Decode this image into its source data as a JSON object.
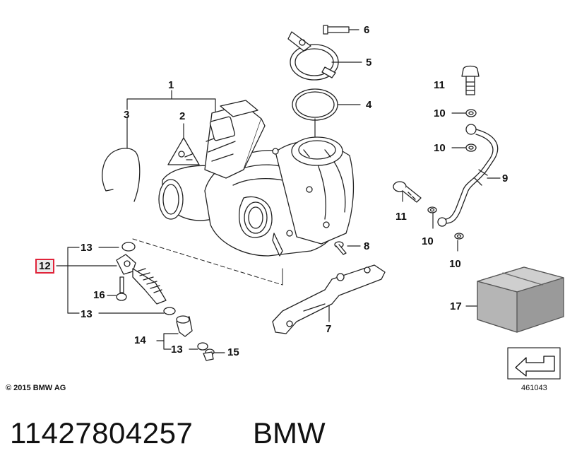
{
  "diagram": {
    "callouts": [
      "1",
      "2",
      "3",
      "4",
      "5",
      "6",
      "7",
      "8",
      "9",
      "10",
      "10",
      "10",
      "10",
      "11",
      "11",
      "12",
      "13",
      "13",
      "13",
      "14",
      "15",
      "16",
      "17"
    ],
    "highlighted_callout": "12",
    "highlight_color": "#e0243a"
  },
  "labels": {
    "c1": "1",
    "c2": "2",
    "c3": "3",
    "c4": "4",
    "c5": "5",
    "c6": "6",
    "c7": "7",
    "c8": "8",
    "c9": "9",
    "c10a": "10",
    "c10b": "10",
    "c10c": "10",
    "c10d": "10",
    "c11a": "11",
    "c11b": "11",
    "c12": "12",
    "c13a": "13",
    "c13b": "13",
    "c13c": "13",
    "c14": "14",
    "c15": "15",
    "c16": "16",
    "c17": "17"
  },
  "footer": {
    "copyright": "© 2015 BMW AG",
    "image_ref": "461043",
    "part_number": "11427804257",
    "brand": "BMW"
  }
}
